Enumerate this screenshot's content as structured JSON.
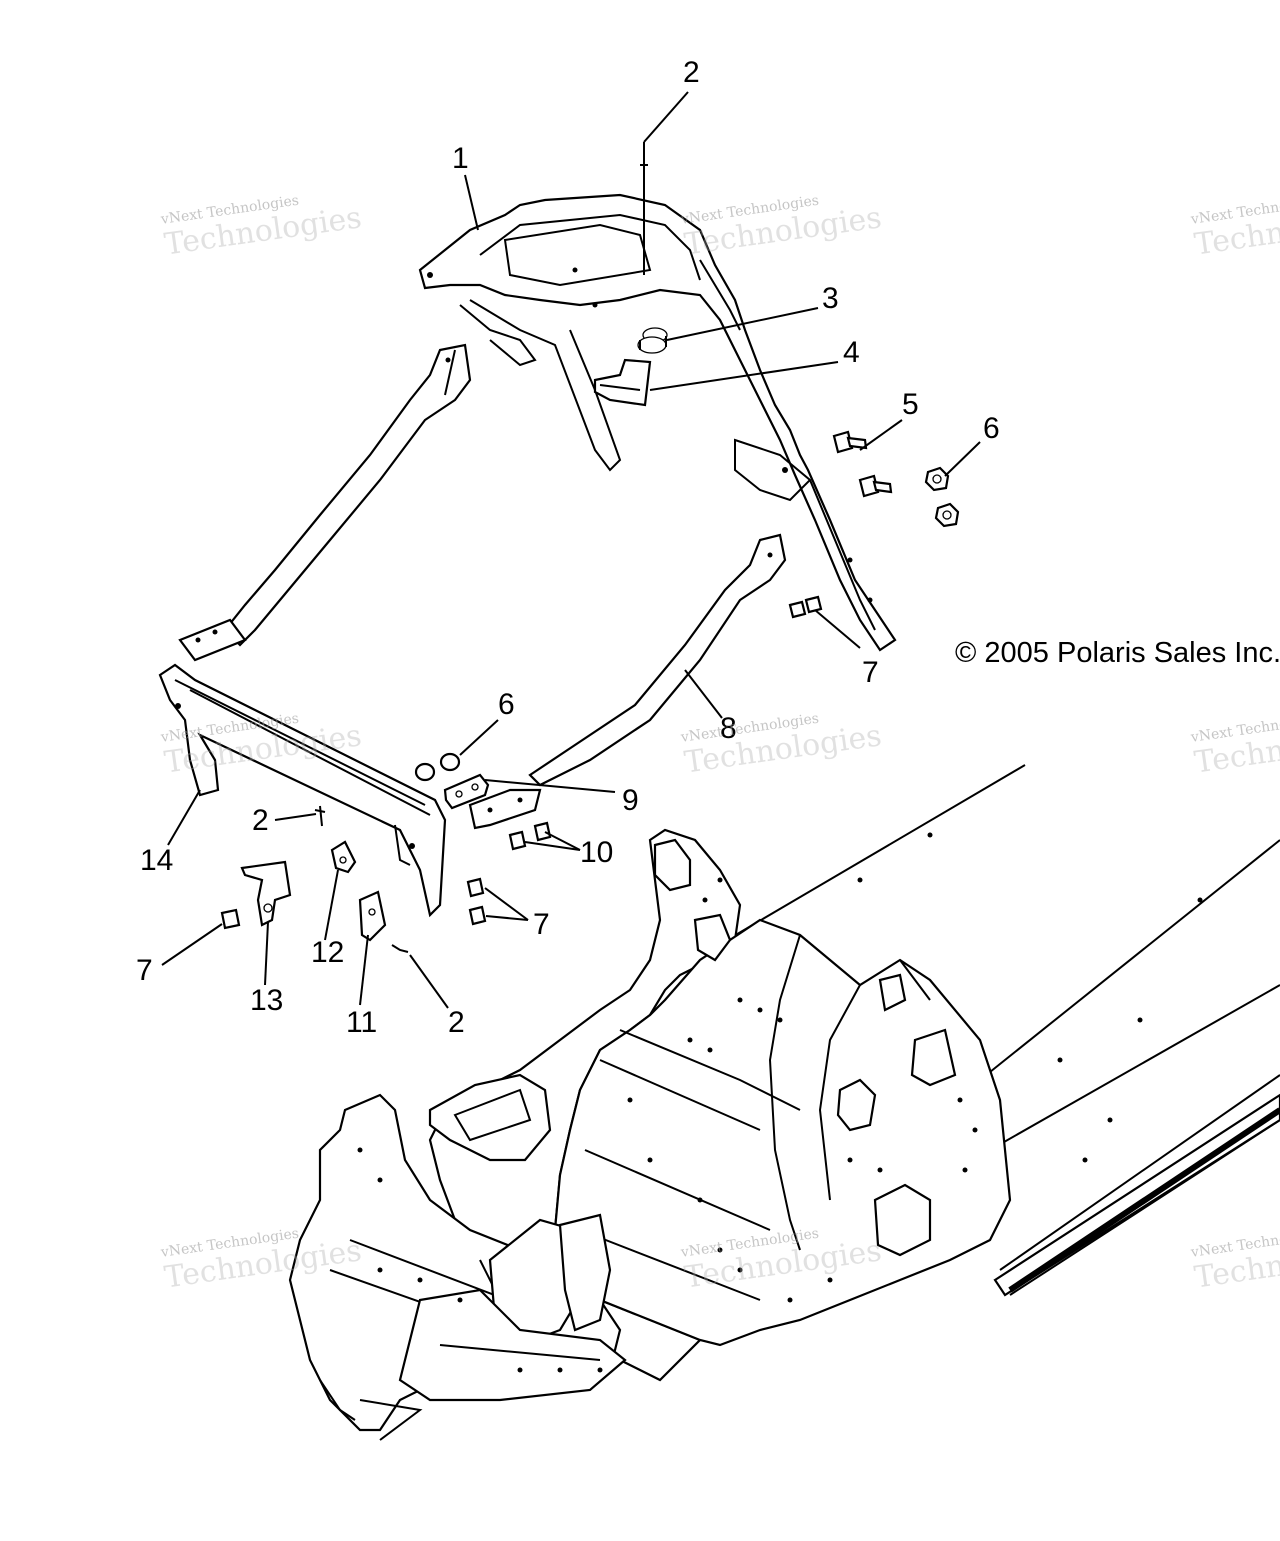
{
  "copyright": "© 2005 Polaris Sales Inc.",
  "watermark": {
    "line1": "vNext",
    "line2": "vNext Technologies",
    "line3": "Technologies"
  },
  "callouts": {
    "c1": "1",
    "c2a": "2",
    "c2b": "2",
    "c2c": "2",
    "c3": "3",
    "c4": "4",
    "c5": "5",
    "c6a": "6",
    "c6b": "6",
    "c7a": "7",
    "c7b": "7",
    "c7c": "7",
    "c8": "8",
    "c9": "9",
    "c10": "10",
    "c11": "11",
    "c12": "12",
    "c13": "13",
    "c14": "14"
  }
}
